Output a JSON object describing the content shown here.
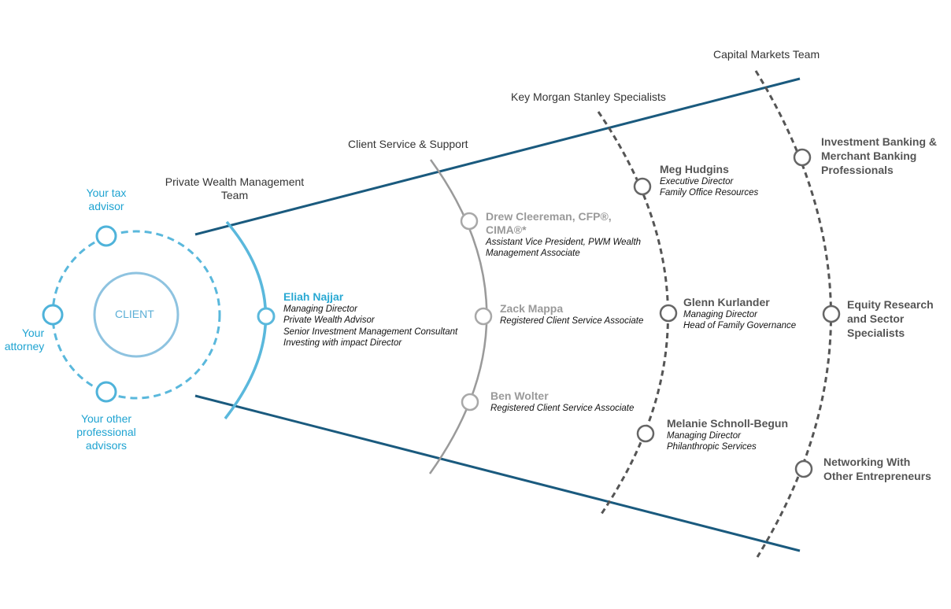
{
  "headers": {
    "pwm_team": [
      "Private Wealth Management",
      "Team"
    ],
    "client_service": "Client Service & Support",
    "key_specialists": "Key Morgan Stanley Specialists",
    "capital_markets": "Capital Markets Team"
  },
  "client": {
    "label": "CLIENT",
    "tax_advisor": [
      "Your tax",
      "advisor"
    ],
    "attorney": [
      "Your",
      "attorney"
    ],
    "other_advisors": [
      "Your other",
      "professional",
      "advisors"
    ]
  },
  "pwm_member": {
    "name": "Eliah Najjar",
    "roles": [
      "Managing Director",
      "Private Wealth Advisor",
      "Senior Investment Management Consultant",
      "Investing with impact Director"
    ]
  },
  "client_service_members": [
    {
      "name": [
        "Drew Cleereman, CFP®,",
        "CIMA®*"
      ],
      "roles": [
        "Assistant Vice President, PWM Wealth",
        "Management Associate"
      ]
    },
    {
      "name": [
        "Zack Mappa"
      ],
      "roles": [
        "Registered Client Service Associate"
      ]
    },
    {
      "name": [
        "Ben Wolter"
      ],
      "roles": [
        "Registered Client Service Associate"
      ]
    }
  ],
  "specialists": [
    {
      "name": "Meg Hudgins",
      "roles": [
        "Executive Director",
        "Family Office Resources"
      ]
    },
    {
      "name": "Glenn Kurlander",
      "roles": [
        "Managing Director",
        "Head of Family Governance"
      ]
    },
    {
      "name": "Melanie Schnoll-Begun",
      "roles": [
        "Managing Director",
        "Philanthropic Services"
      ]
    }
  ],
  "capital_markets_items": [
    [
      "Investment Banking &",
      "Merchant Banking",
      "Professionals"
    ],
    [
      "Equity Research",
      "and Sector",
      "Specialists"
    ],
    [
      "Networking With",
      "Other Entrepreneurs"
    ]
  ],
  "colors": {
    "navy": "#1a5a7e",
    "light_blue": "#5ab8dc",
    "client_blue": "#8ec3e0",
    "grey_arc": "#9a9a9a",
    "dark_dashed": "#555555"
  }
}
